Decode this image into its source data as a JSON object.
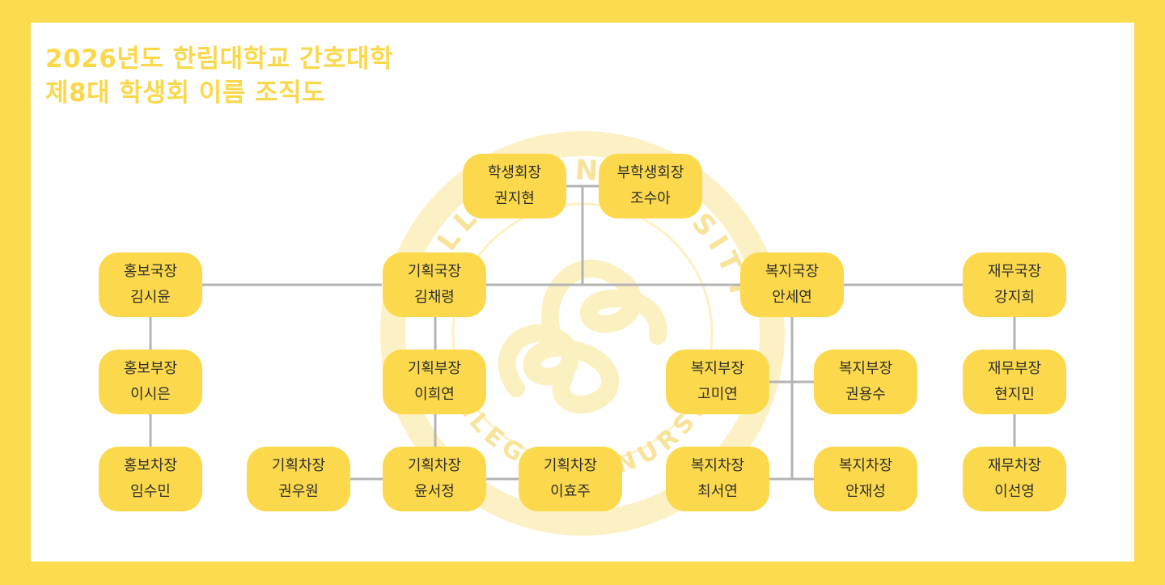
{
  "title": {
    "line1": "2026년도 한림대학교 간호대학",
    "line2": "제8대 학생회 이름 조직도"
  },
  "emblem": {
    "text_top": "HALLYM UNIVERSITY",
    "text_bottom": "COLLEGE OF NURSING",
    "color": "#fbf1c4"
  },
  "colors": {
    "background": "#fbdc4e",
    "node": "#fcd94c",
    "line": "#b4b4b4",
    "title": "#fbd84a"
  },
  "nodes": {
    "president": {
      "role": "학생회장",
      "name": "권지현"
    },
    "vice_president": {
      "role": "부학생회장",
      "name": "조수아"
    },
    "pr_director": {
      "role": "홍보국장",
      "name": "김시윤"
    },
    "pr_manager": {
      "role": "홍보부장",
      "name": "이시은"
    },
    "pr_deputy": {
      "role": "홍보차장",
      "name": "임수민"
    },
    "plan_director": {
      "role": "기획국장",
      "name": "김채령"
    },
    "plan_manager": {
      "role": "기획부장",
      "name": "이희연"
    },
    "plan_deputy_1": {
      "role": "기획차장",
      "name": "권우원"
    },
    "plan_deputy_2": {
      "role": "기획차장",
      "name": "윤서정"
    },
    "plan_deputy_3": {
      "role": "기획차장",
      "name": "이효주"
    },
    "welfare_director": {
      "role": "복지국장",
      "name": "안세연"
    },
    "welfare_manager_1": {
      "role": "복지부장",
      "name": "고미연"
    },
    "welfare_manager_2": {
      "role": "복지부장",
      "name": "권용수"
    },
    "welfare_deputy_1": {
      "role": "복지차장",
      "name": "최서연"
    },
    "welfare_deputy_2": {
      "role": "복지차장",
      "name": "안재성"
    },
    "finance_director": {
      "role": "재무국장",
      "name": "강지희"
    },
    "finance_manager": {
      "role": "재무부장",
      "name": "현지민"
    },
    "finance_deputy": {
      "role": "재무차장",
      "name": "이선영"
    }
  }
}
